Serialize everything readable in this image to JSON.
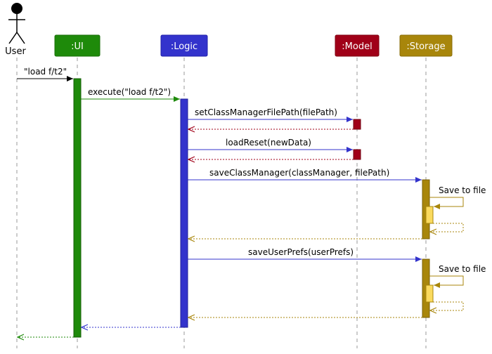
{
  "actor": {
    "label": "User"
  },
  "participants": [
    {
      "id": "ui",
      "label": ":UI",
      "fill": "#1e8a0a",
      "text_color": "#ffffff"
    },
    {
      "id": "logic",
      "label": ":Logic",
      "fill": "#3333cc",
      "text_color": "#ffffff"
    },
    {
      "id": "model",
      "label": ":Model",
      "fill": "#a00018",
      "text_color": "#ffffff"
    },
    {
      "id": "storage",
      "label": ":Storage",
      "fill": "#a8860b",
      "text_color": "#ffffff"
    }
  ],
  "messages": [
    {
      "label": "\"load f/t2\"",
      "from": "user",
      "to": "ui",
      "type": "call",
      "color": "#000000"
    },
    {
      "label": "execute(\"load f/t2\")",
      "from": "ui",
      "to": "logic",
      "type": "call",
      "color": "#1e8a0a"
    },
    {
      "label": "setClassManagerFilePath(filePath)",
      "from": "logic",
      "to": "model",
      "type": "call",
      "color": "#3333cc"
    },
    {
      "label": "",
      "from": "model",
      "to": "logic",
      "type": "return",
      "color": "#a00018"
    },
    {
      "label": "loadReset(newData)",
      "from": "logic",
      "to": "model",
      "type": "call",
      "color": "#3333cc"
    },
    {
      "label": "",
      "from": "model",
      "to": "logic",
      "type": "return",
      "color": "#a00018"
    },
    {
      "label": "saveClassManager(classManager, filePath)",
      "from": "logic",
      "to": "storage",
      "type": "call",
      "color": "#3333cc"
    },
    {
      "label": "Save to file",
      "from": "storage",
      "to": "storage",
      "type": "self-call",
      "color": "#a8860b"
    },
    {
      "label": "",
      "from": "storage",
      "to": "storage",
      "type": "self-return",
      "color": "#a8860b"
    },
    {
      "label": "",
      "from": "storage",
      "to": "logic",
      "type": "return",
      "color": "#a8860b"
    },
    {
      "label": "saveUserPrefs(userPrefs)",
      "from": "logic",
      "to": "storage",
      "type": "call",
      "color": "#3333cc"
    },
    {
      "label": "Save to file",
      "from": "storage",
      "to": "storage",
      "type": "self-call",
      "color": "#a8860b"
    },
    {
      "label": "",
      "from": "storage",
      "to": "storage",
      "type": "self-return",
      "color": "#a8860b"
    },
    {
      "label": "",
      "from": "storage",
      "to": "logic",
      "type": "return",
      "color": "#a8860b"
    },
    {
      "label": "",
      "from": "logic",
      "to": "ui",
      "type": "return",
      "color": "#3333cc"
    },
    {
      "label": "",
      "from": "ui",
      "to": "user",
      "type": "return",
      "color": "#1e8a0a"
    }
  ],
  "activations": [
    {
      "participant": "ui",
      "color": "#1e8a0a"
    },
    {
      "participant": "logic",
      "color": "#3333cc"
    },
    {
      "participant": "model",
      "color": "#a00018"
    },
    {
      "participant": "model",
      "color": "#a00018"
    },
    {
      "participant": "storage",
      "color": "#a8860b"
    },
    {
      "participant": "storage",
      "color": "#fada5e",
      "nested": true
    },
    {
      "participant": "storage",
      "color": "#a8860b"
    },
    {
      "participant": "storage",
      "color": "#fada5e",
      "nested": true
    }
  ],
  "colors": {
    "lifeline": "#999999",
    "ui": "#1e8a0a",
    "logic": "#3333cc",
    "model": "#a00018",
    "storage": "#a8860b",
    "storage_inner": "#fada5e"
  }
}
